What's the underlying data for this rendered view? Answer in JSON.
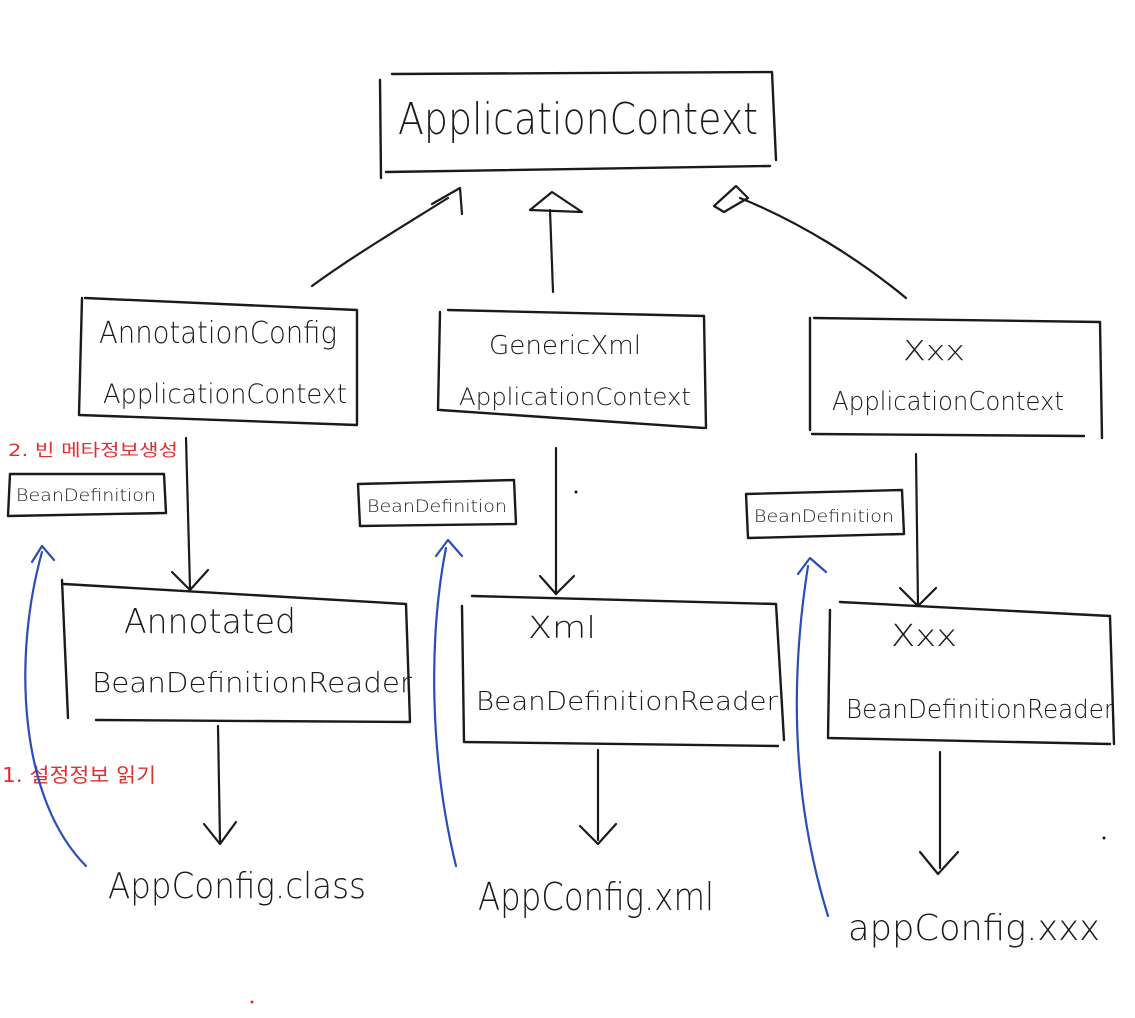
{
  "colors": {
    "ink": "#1a1a1a",
    "note": "#e0302e",
    "flow": "#2a4db8"
  },
  "root": {
    "label": "ApplicationContext"
  },
  "contexts": [
    {
      "line1": "AnnotationConfig",
      "line2": "ApplicationContext",
      "bean_definition": "BeanDefinition",
      "reader_line1": "Annotated",
      "reader_line2": "BeanDefinitionReader",
      "config": "AppConfig.class"
    },
    {
      "line1": "GenericXml",
      "line2": "ApplicationContext",
      "bean_definition": "BeanDefinition",
      "reader_line1": "Xml",
      "reader_line2": "BeanDefinitionReader",
      "config": "AppConfig.xml"
    },
    {
      "line1": "Xxx",
      "line2": "ApplicationContext",
      "bean_definition": "BeanDefinition",
      "reader_line1": "Xxx",
      "reader_line2": "BeanDefinitionReader",
      "config": "appConfig.xxx"
    }
  ],
  "notes": {
    "step2": "2. 빈 메타정보생성",
    "step1": "1. 설정정보 읽기"
  }
}
